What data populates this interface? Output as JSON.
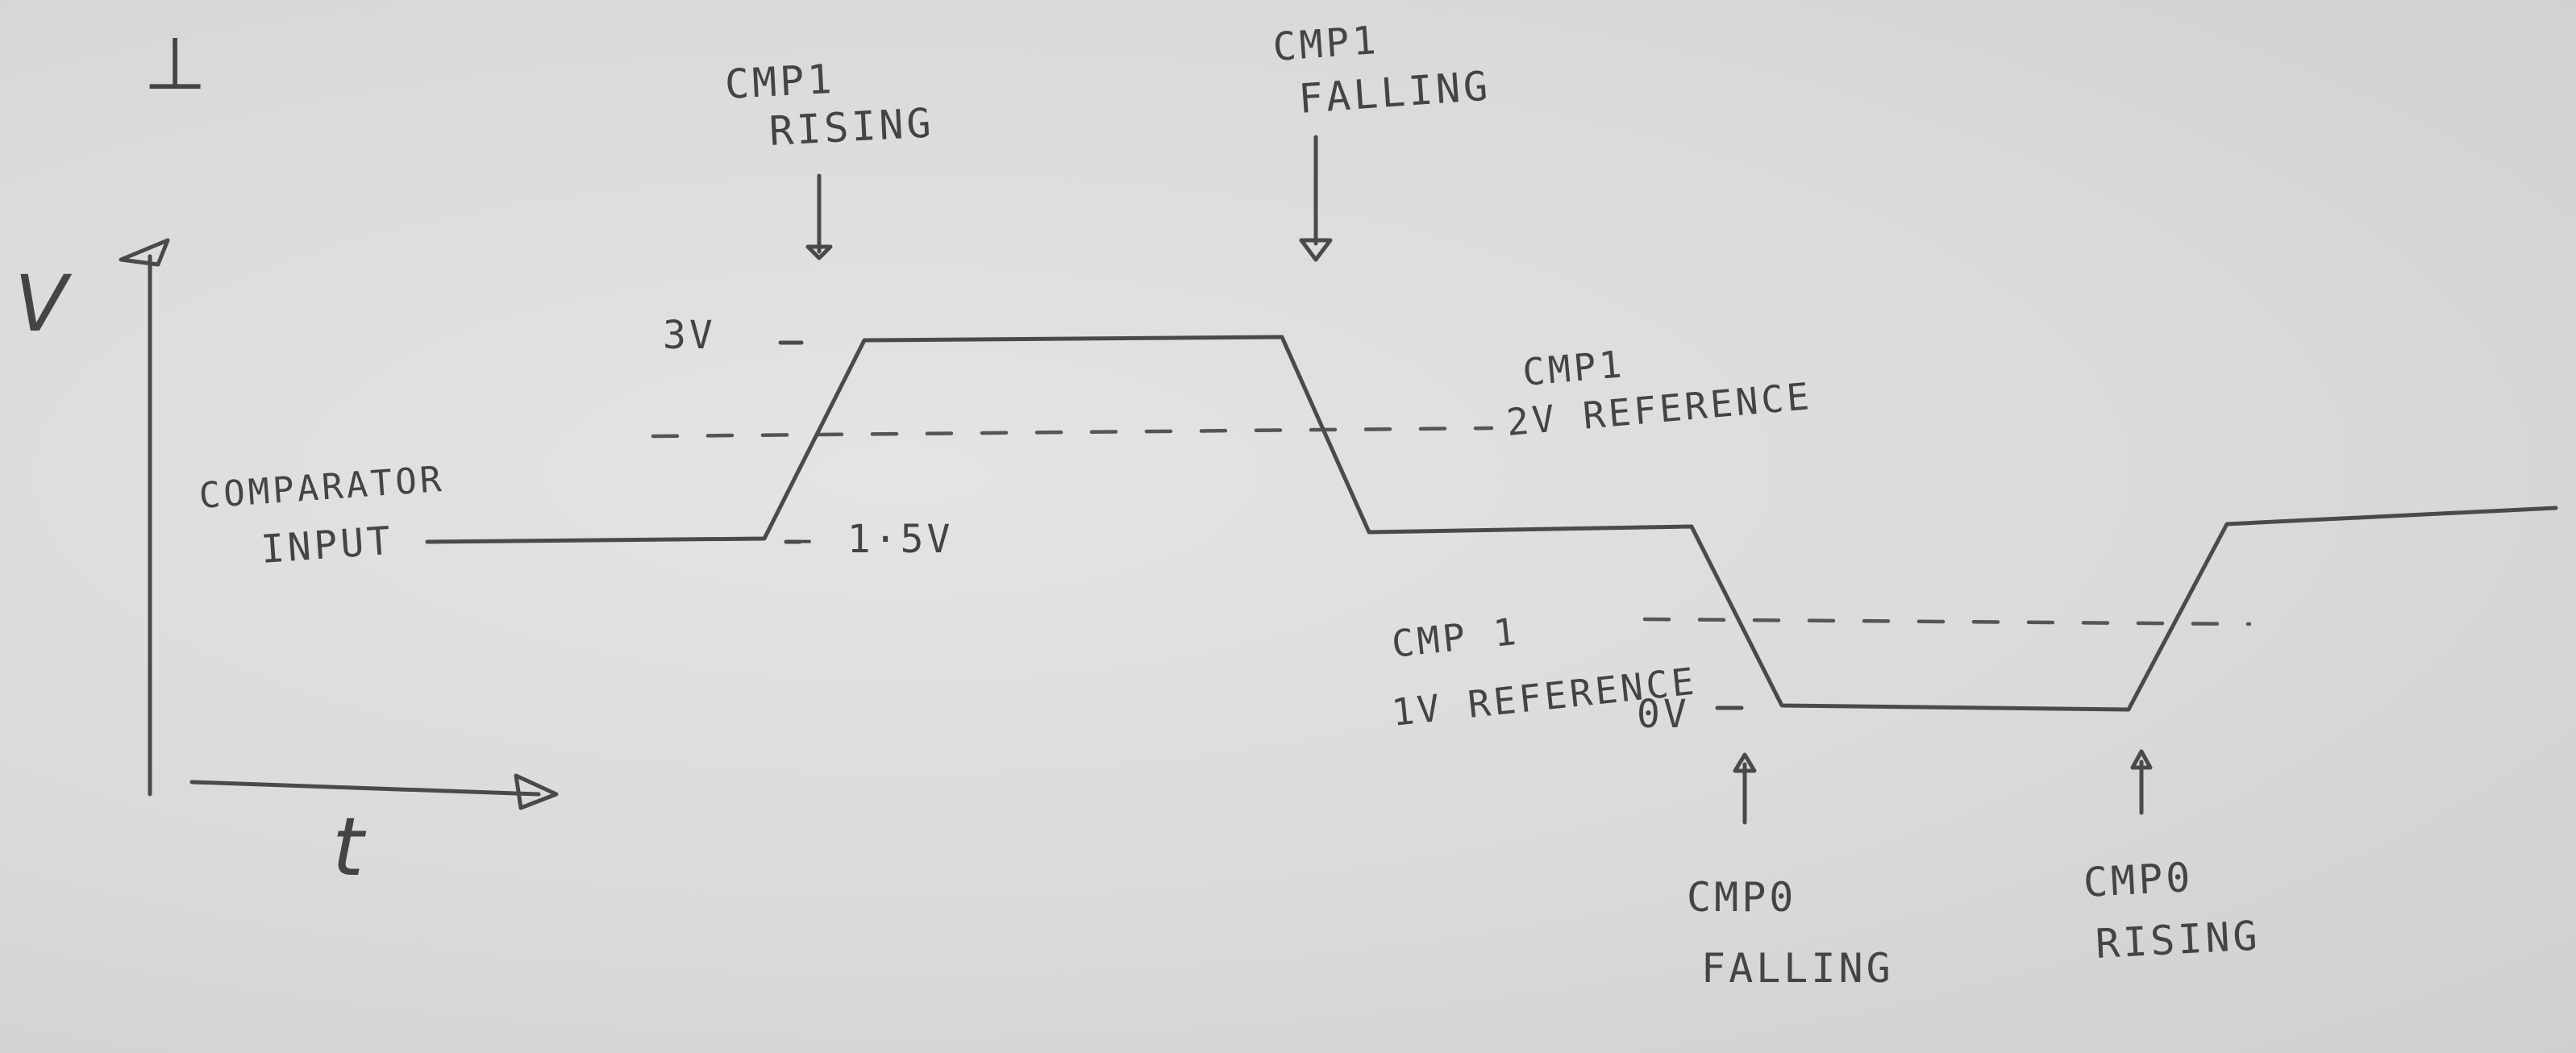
{
  "axes": {
    "y_label": "V",
    "x_label": "t",
    "corner_mark": "⊥"
  },
  "signal": {
    "label_line1": "COMPARATOR",
    "label_line2": "INPUT"
  },
  "levels": {
    "v3": "3V",
    "v1_5": "- 1·5V",
    "v0": "0V"
  },
  "references": {
    "cmp1_2v_line1": "CMP1",
    "cmp1_2v_line2": "2V REFERENCE",
    "cmp1_1v_line1": "CMP 1",
    "cmp1_1v_line2": "1V REFERENCE"
  },
  "events": {
    "cmp1_rising_line1": "CMP1",
    "cmp1_rising_line2": "RISING",
    "cmp1_falling_line1": "CMP1",
    "cmp1_falling_line2": "FALLING",
    "cmp0_falling_line1": "CMP0",
    "cmp0_falling_line2": "FALLING",
    "cmp0_rising_line1": "CMP0",
    "cmp0_rising_line2": "RISING"
  },
  "colors": {
    "pencil": "#4a4a4a",
    "paper": "#dcdcda"
  }
}
